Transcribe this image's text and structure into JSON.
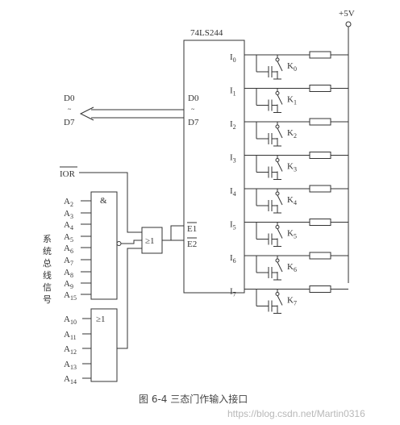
{
  "chip": {
    "name": "74LS244",
    "inputs": [
      "I0",
      "I1",
      "I2",
      "I3",
      "I4",
      "I5",
      "I6",
      "I7"
    ],
    "data_top": "D0",
    "data_tilde": "~",
    "data_bottom": "D7",
    "enable_1": "E1",
    "enable_2": "E2"
  },
  "supply": {
    "label": "+5V"
  },
  "switches": [
    "K0",
    "K1",
    "K2",
    "K3",
    "K4",
    "K5",
    "K6",
    "K7"
  ],
  "bus": {
    "top": "D0",
    "tilde": "~",
    "bottom": "D7"
  },
  "ior_label": "IOR",
  "and_gate": {
    "symbol": "&",
    "inputs": [
      "A2",
      "A3",
      "A4",
      "A5",
      "A6",
      "A7",
      "A8",
      "A9",
      "A15"
    ]
  },
  "or_gate_small": {
    "symbol": "≥1",
    "inputs": [
      "A10",
      "A11",
      "A12",
      "A13",
      "A14"
    ]
  },
  "or_gate_main": {
    "symbol": "≥1"
  },
  "side_label": [
    "系",
    "统",
    "总",
    "线",
    "信",
    "号"
  ],
  "caption": "图 6-4    三态门作输入接口",
  "watermark": "https://blog.csdn.net/Martin0316"
}
